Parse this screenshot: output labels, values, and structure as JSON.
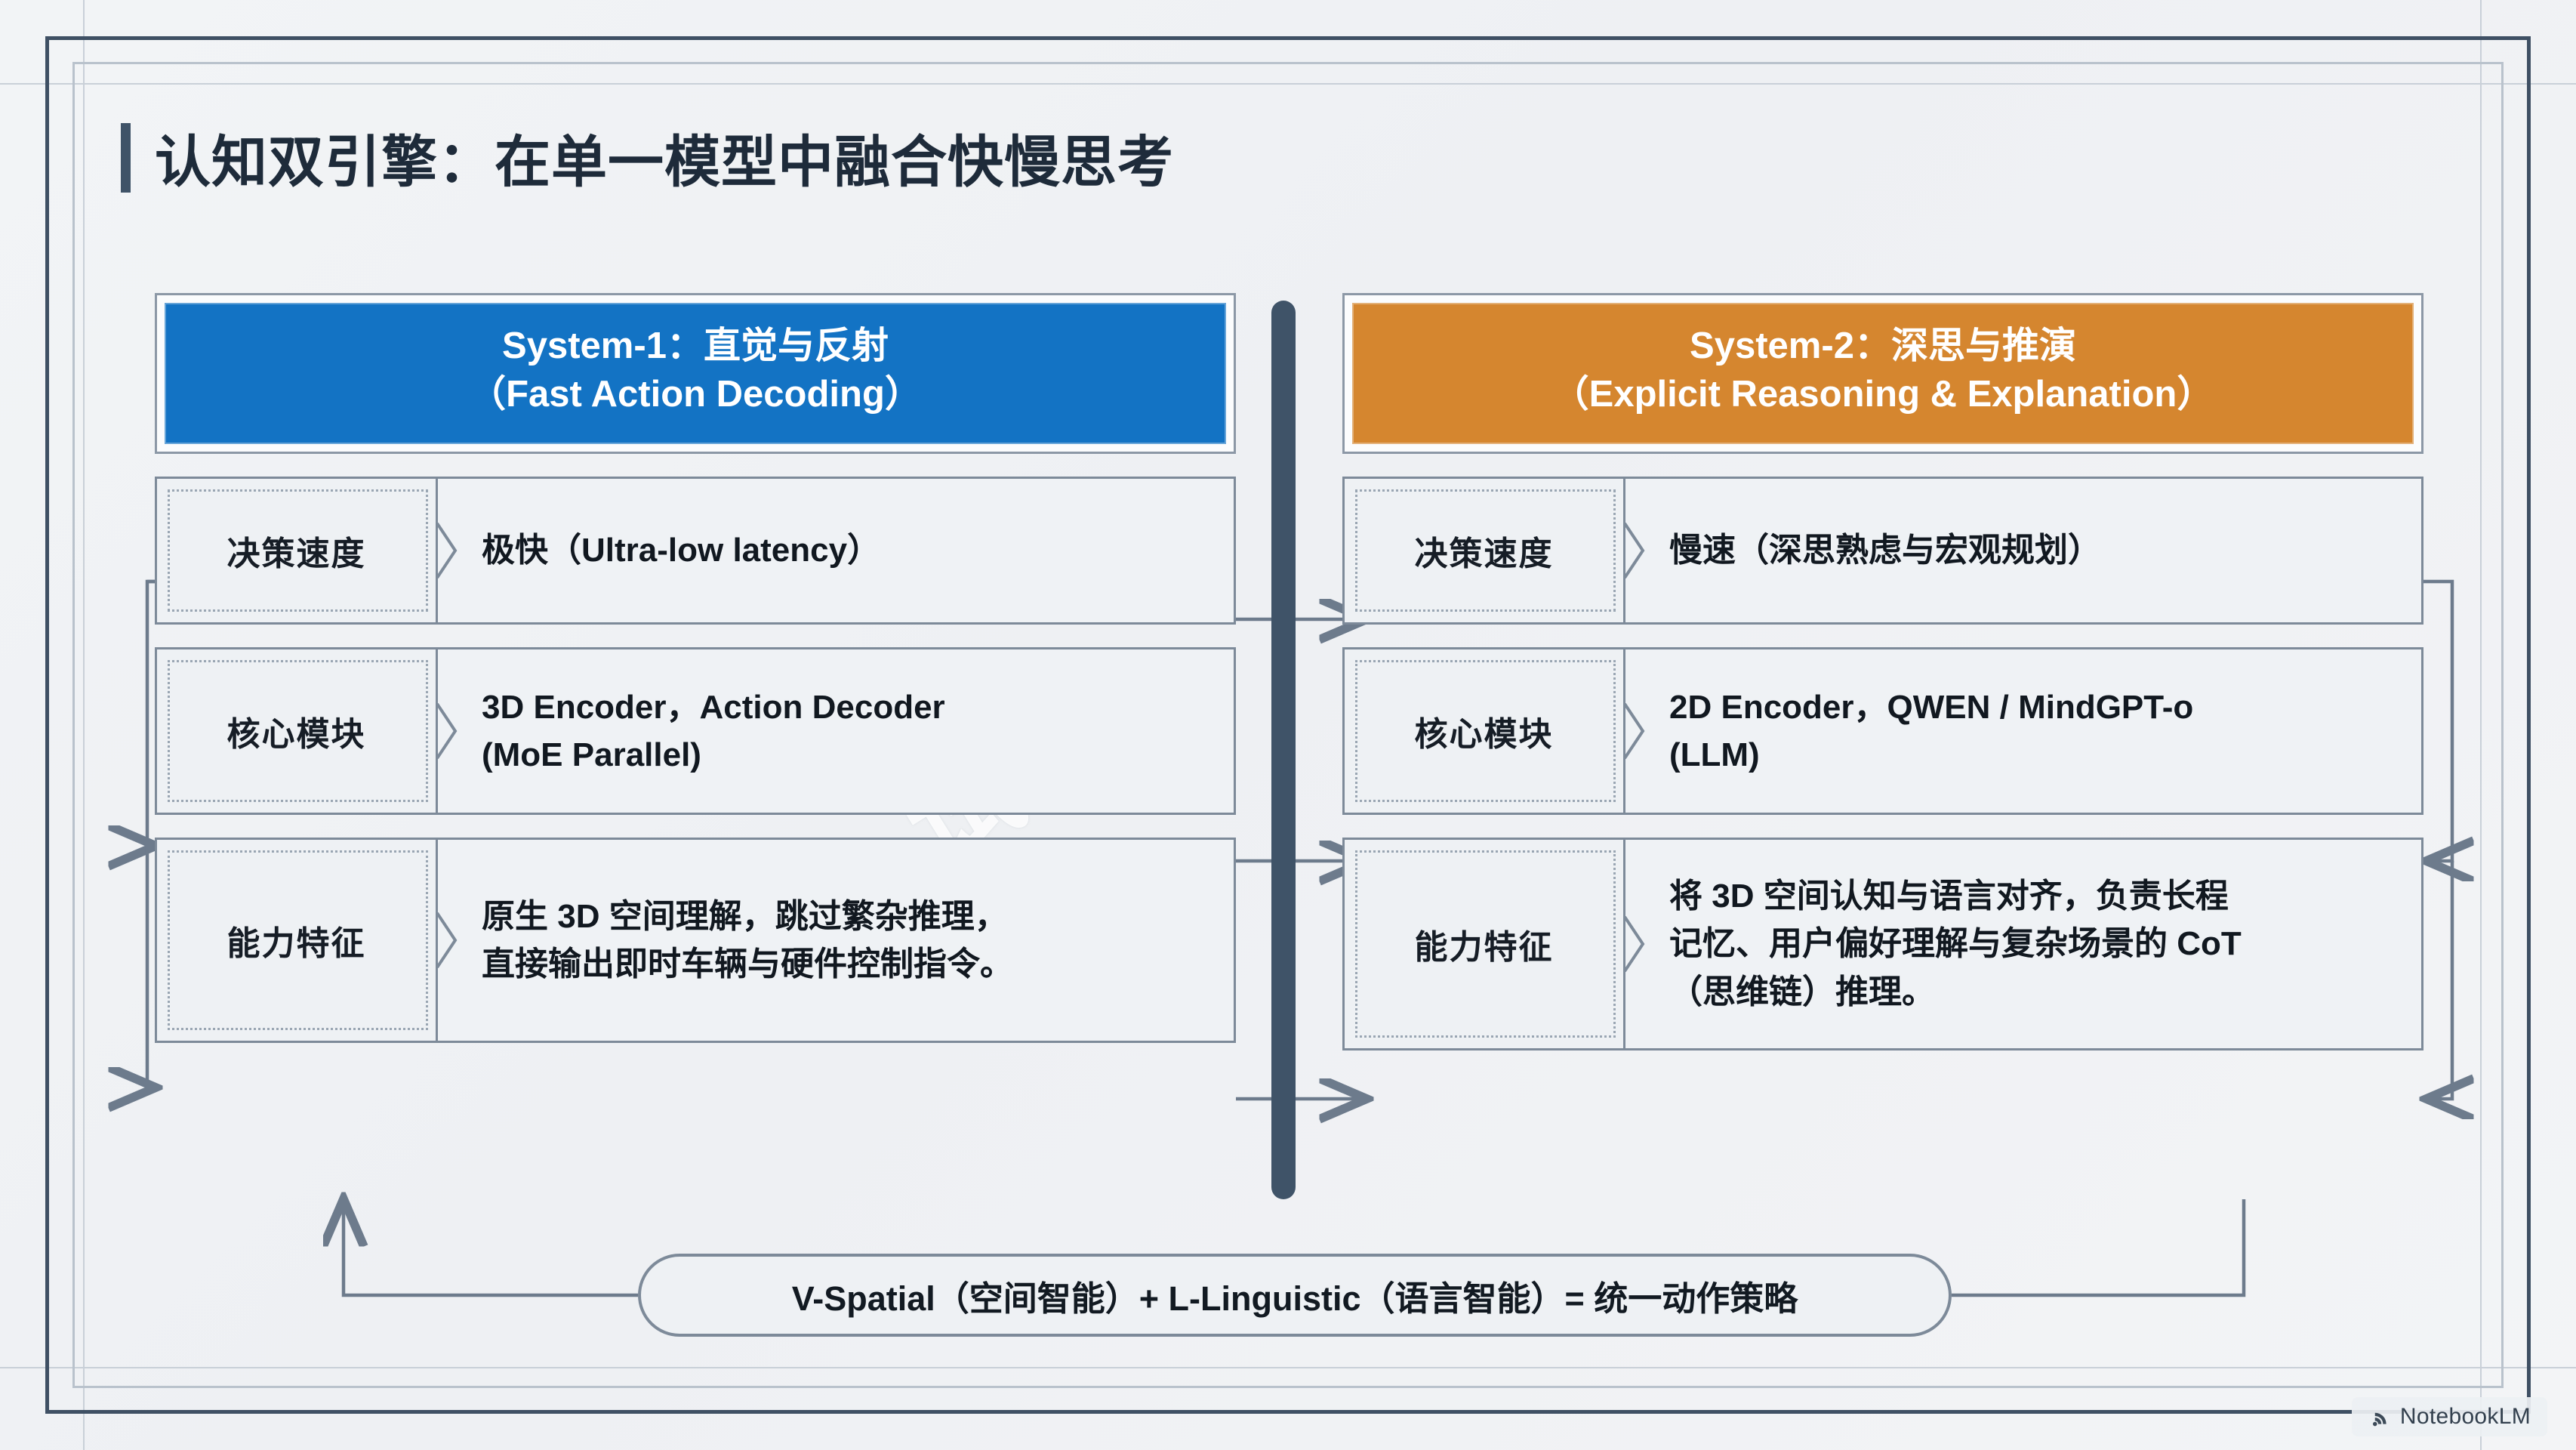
{
  "page": {
    "title": "认知双引擎：在单一模型中融合快慢思考",
    "watermark": "试用",
    "frame_color": "#3f5064",
    "divider_color": "#3f5368"
  },
  "columns": [
    {
      "id": "system-1",
      "accent": "#1373c4",
      "header": {
        "line1": "System-1：直觉与反射",
        "line2": "（Fast Action Decoding）"
      },
      "rows": [
        {
          "label": "决策速度",
          "value": "极快（Ultra-low latency）"
        },
        {
          "label": "核心模块",
          "value": "3D Encoder，Action Decoder\n(MoE Parallel)"
        },
        {
          "label": "能力特征",
          "value": "原生 3D 空间理解，跳过繁杂推理，\n直接输出即时车辆与硬件控制指令。"
        }
      ]
    },
    {
      "id": "system-2",
      "accent": "#d5862f",
      "header": {
        "line1": "System-2：深思与推演",
        "line2": "（Explicit Reasoning & Explanation）"
      },
      "rows": [
        {
          "label": "决策速度",
          "value": "慢速（深思熟虑与宏观规划）"
        },
        {
          "label": "核心模块",
          "value": "2D Encoder，QWEN / MindGPT-o\n(LLM)"
        },
        {
          "label": "能力特征",
          "value": "将 3D 空间认知与语言对齐，负责长程\n记忆、用户偏好理解与复杂场景的 CoT\n（思维链）推理。"
        }
      ]
    }
  ],
  "summary": {
    "pill_text": "V-Spatial（空间智能）+ L-Linguistic（语言智能）= 统一动作策略"
  },
  "badge": {
    "label": "NotebookLM"
  }
}
